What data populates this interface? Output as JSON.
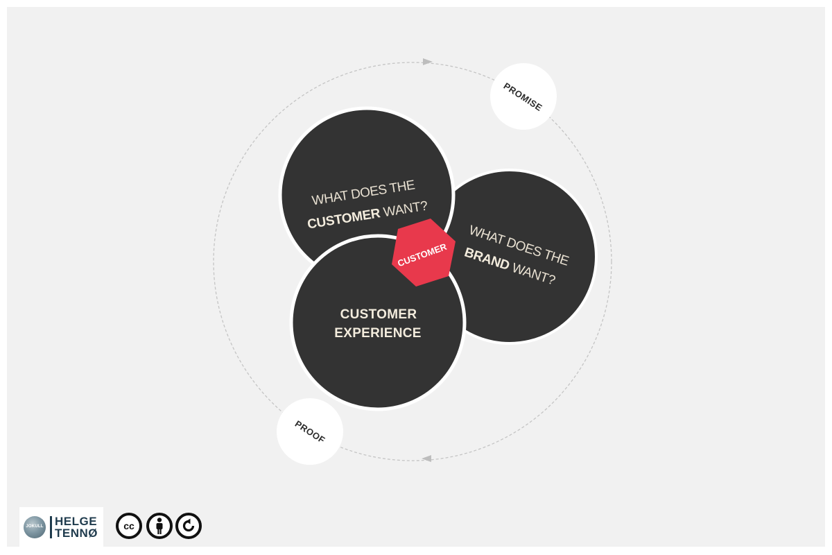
{
  "diagram": {
    "circles": {
      "customer_want": {
        "line1": "WHAT DOES THE",
        "line2_bold": "CUSTOMER",
        "line2_rest": " WANT?"
      },
      "brand_want": {
        "line1": "WHAT DOES THE",
        "line2_bold": "BRAND",
        "line2_rest": " WANT?"
      },
      "customer_experience": {
        "line1": "CUSTOMER",
        "line2": "EXPERIENCE"
      }
    },
    "center_hexagon": {
      "label": "CUSTOMER"
    },
    "cycle": {
      "promise_label": "PROMISE",
      "proof_label": "PROOF"
    },
    "colors": {
      "dark_circle": "#333333",
      "hexagon": "#e8394c",
      "text_light": "#f3ecdd",
      "background": "#f1f1f1"
    }
  },
  "footer": {
    "logo": {
      "emblem_text": "JOKULL",
      "name_line1": "HELGE",
      "name_line2": "TENNØ"
    },
    "license": {
      "cc_label": "cc",
      "icons": [
        "creative-commons-icon",
        "attribution-person-icon",
        "share-alike-icon"
      ]
    }
  }
}
